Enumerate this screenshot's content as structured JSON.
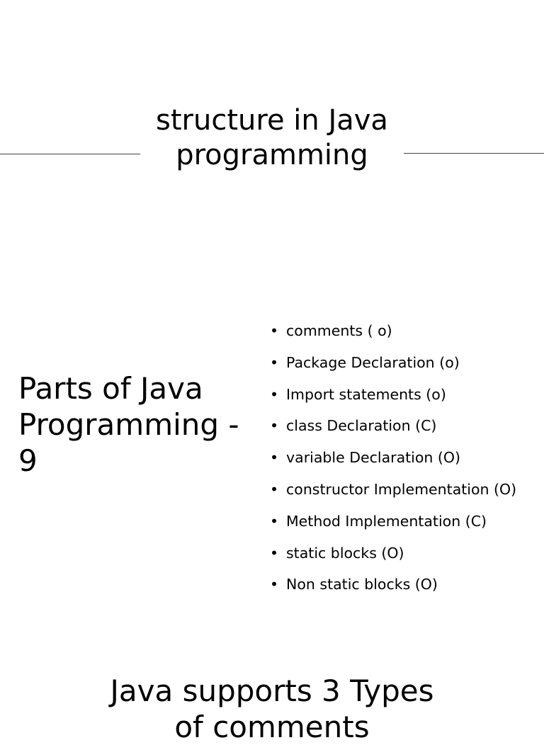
{
  "slide1": {
    "title": "structure in Java programming"
  },
  "slide2": {
    "heading": "Parts of Java Programming - 9",
    "bullet_symbol": "•",
    "items": [
      "comments ( o)",
      "Package Declaration (o)",
      "Import statements (o)",
      "class Declaration (C)",
      "variable Declaration (O)",
      "constructor Implementation (O)",
      "Method Implementation (C)",
      "static blocks (O)",
      "Non static blocks (O)"
    ]
  },
  "slide3": {
    "heading": "Java supports 3 Types of comments"
  }
}
